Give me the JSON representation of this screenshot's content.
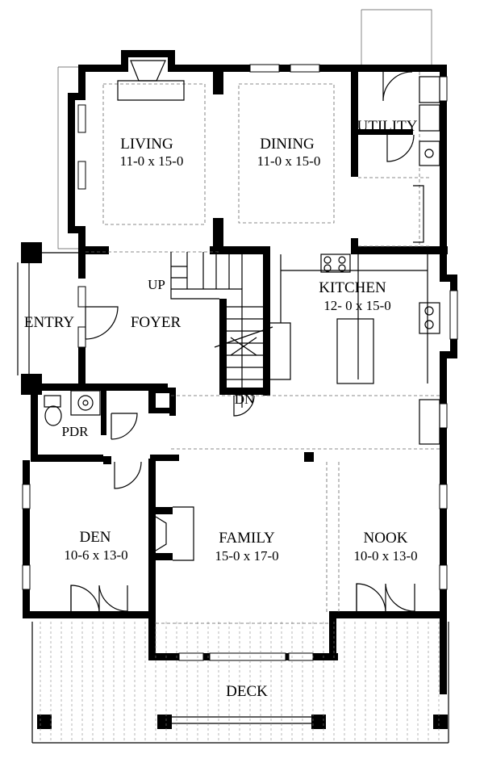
{
  "rooms": {
    "living": {
      "name": "LIVING",
      "size": "11-0 x 15-0"
    },
    "dining": {
      "name": "DINING",
      "size": "11-0 x 15-0"
    },
    "utility": {
      "name": "UTILITY"
    },
    "kitchen": {
      "name": "KITCHEN",
      "size": "12- 0 x 15-0"
    },
    "entry": {
      "name": "ENTRY"
    },
    "foyer": {
      "name": "FOYER"
    },
    "pdr": {
      "name": "PDR"
    },
    "den": {
      "name": "DEN",
      "size": "10-6 x 13-0"
    },
    "family": {
      "name": "FAMILY",
      "size": "15-0 x 17-0"
    },
    "nook": {
      "name": "NOOK",
      "size": "10-0 x 13-0"
    },
    "deck": {
      "name": "DECK"
    }
  },
  "stairs": {
    "up_label": "UP",
    "down_label": "DN"
  }
}
